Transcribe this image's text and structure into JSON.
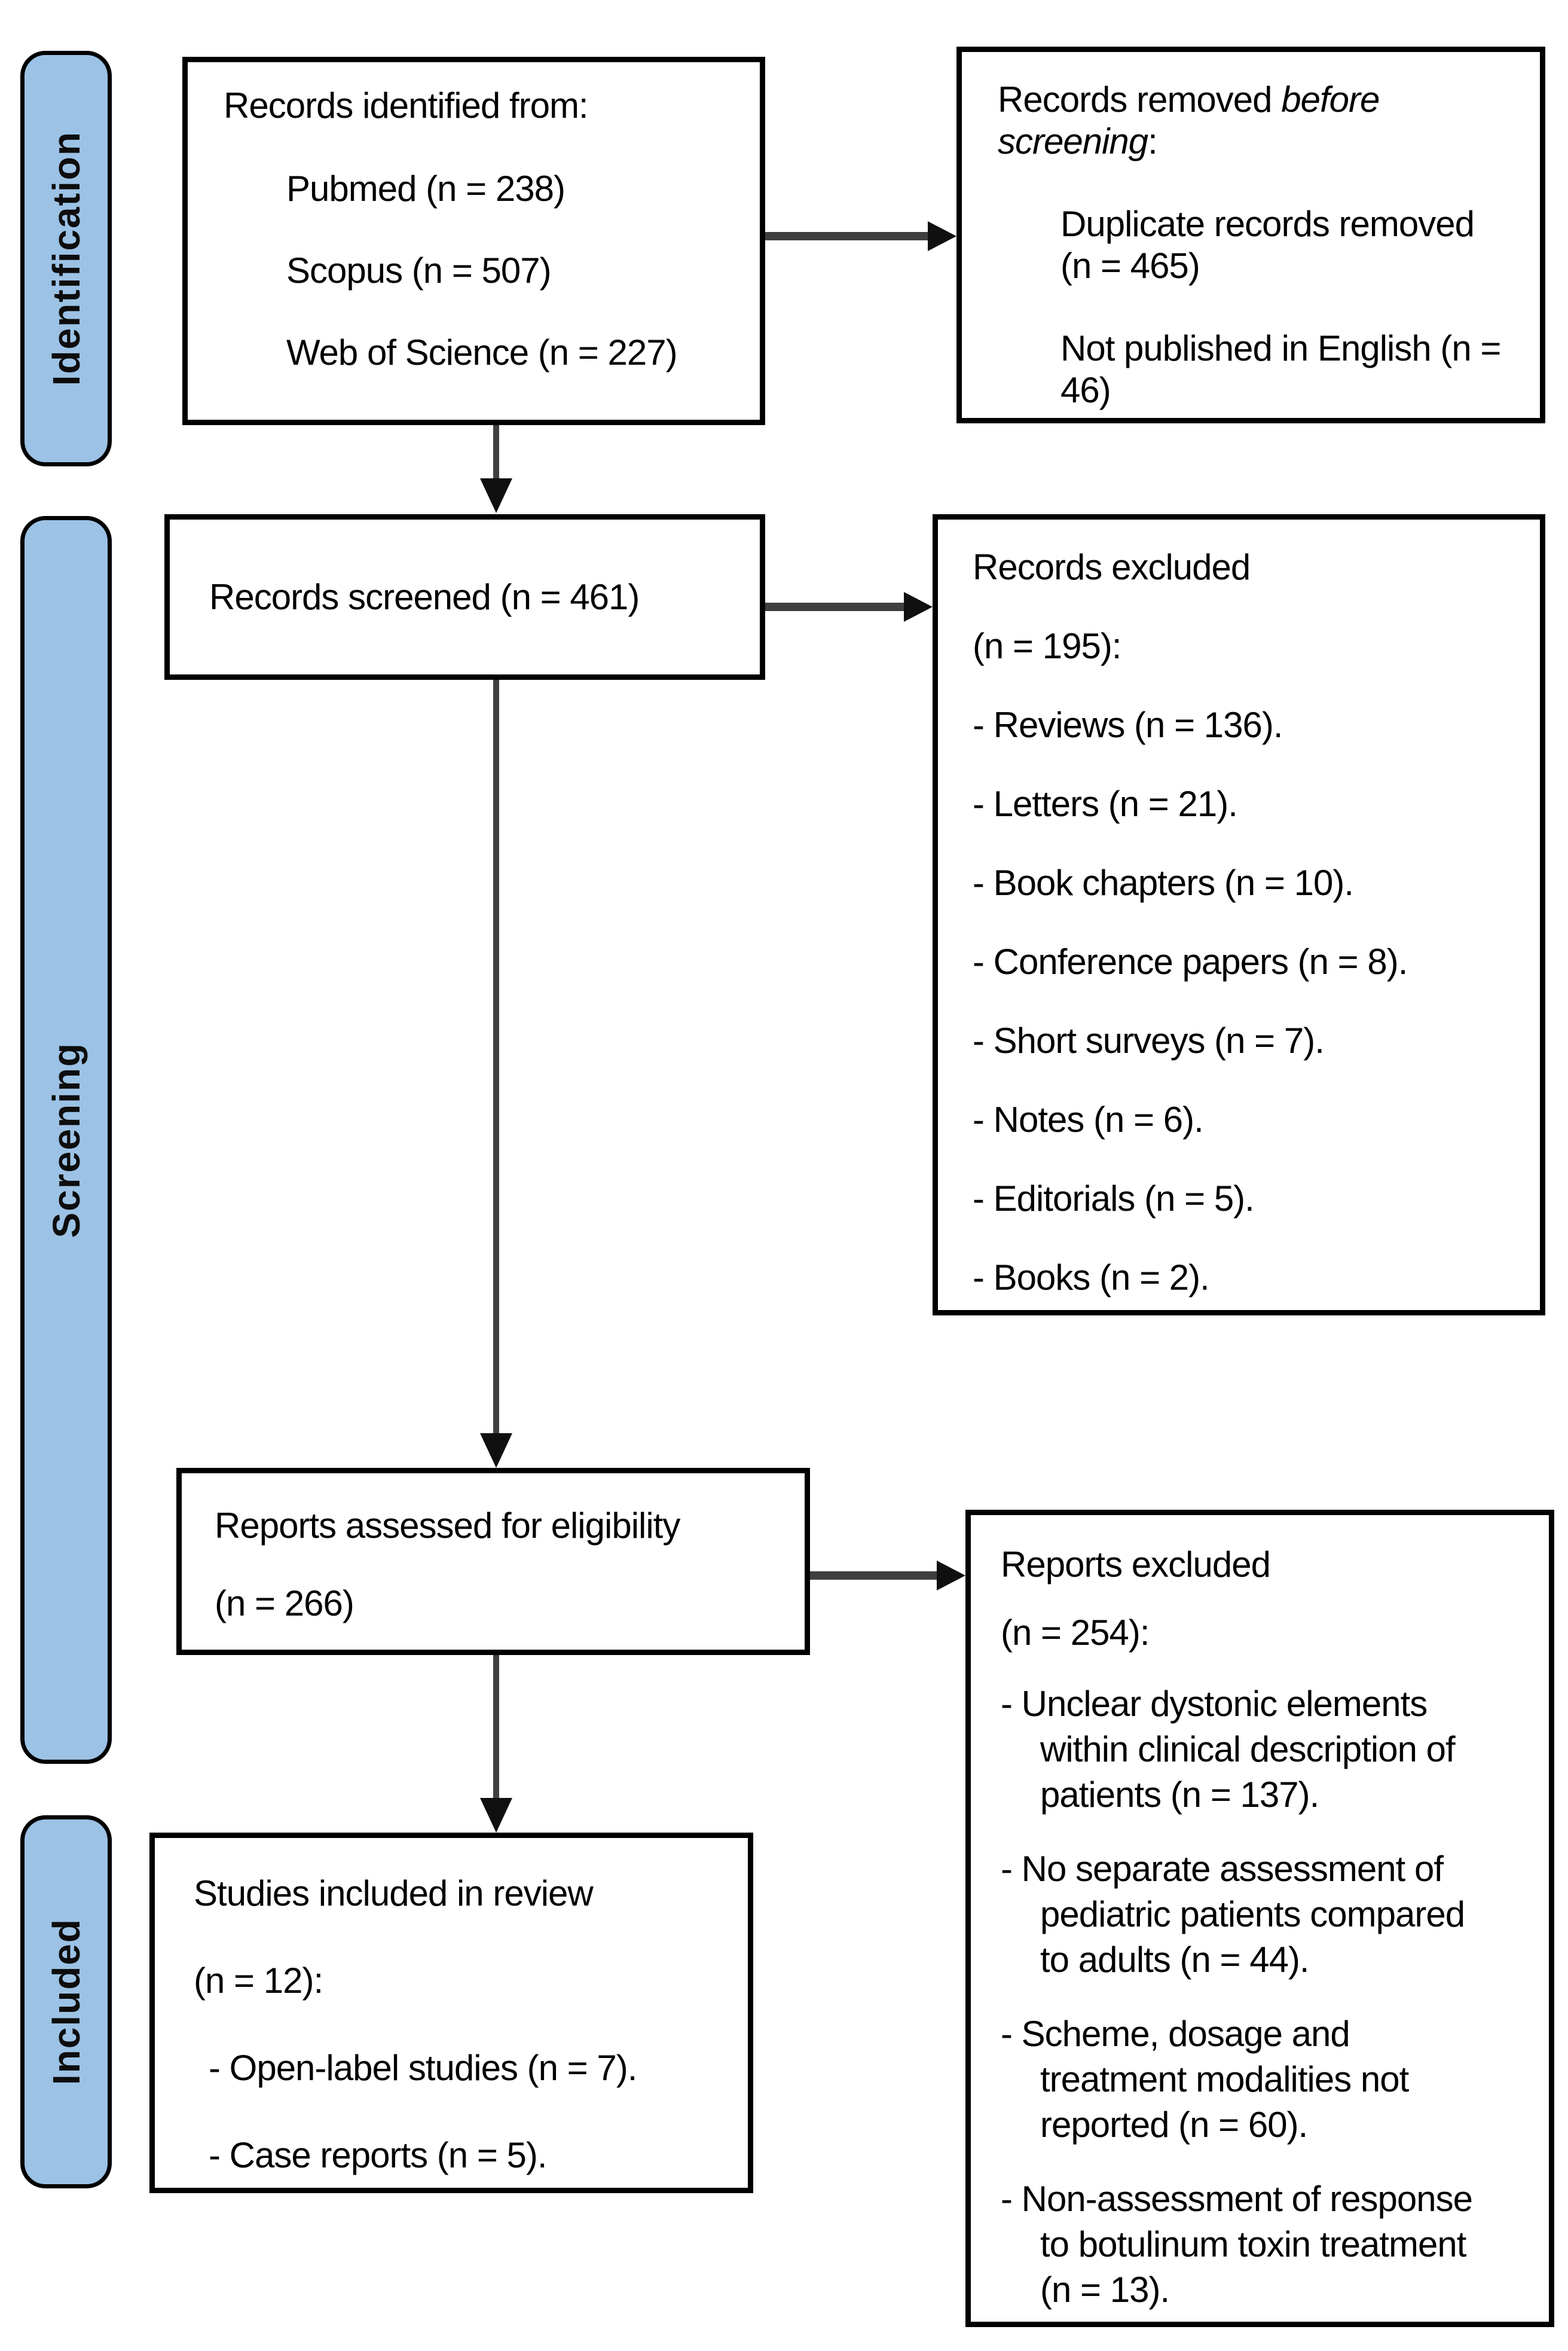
{
  "diagram": {
    "stages": {
      "identification": "Identification",
      "screening": "Screening",
      "included": "Included"
    },
    "colors": {
      "stage_fill": "#9CC2E5",
      "stage_border": "#000000",
      "box_border": "#000000",
      "arrow_shaft": "#3F3F3F",
      "arrow_head": "#101010",
      "text": "#000000"
    },
    "boxes": {
      "identified": {
        "title": "Records identified from:",
        "items": [
          "Pubmed (n = 238)",
          "Scopus (n = 507)",
          "Web of Science (n = 227)"
        ]
      },
      "removed": {
        "title_pre": "Records removed ",
        "title_italic": "before screening",
        "title_post": ":",
        "items": [
          [
            "Duplicate records removed",
            "(n = 465)"
          ],
          [
            "Not published in English (n =",
            "46)"
          ]
        ]
      },
      "screened": {
        "title": "Records screened (n = 461)"
      },
      "records_excluded": {
        "title": "Records excluded",
        "count": "(n = 195):",
        "items": [
          "- Reviews (n = 136).",
          "- Letters (n = 21).",
          "- Book chapters (n = 10).",
          "- Conference papers (n = 8).",
          "- Short surveys (n = 7).",
          "- Notes (n = 6).",
          "- Editorials (n = 5).",
          "- Books (n = 2)."
        ]
      },
      "assessed": {
        "title": "Reports assessed for eligibility",
        "count": "(n = 266)"
      },
      "reports_excluded": {
        "title": "Reports excluded",
        "count": "(n = 254):",
        "items": [
          [
            "- Unclear dystonic elements",
            "within clinical description of",
            "patients (n = 137)."
          ],
          [
            "- No separate assessment of",
            "pediatric patients compared",
            "to adults (n = 44)."
          ],
          [
            "- Scheme, dosage and",
            "treatment modalities not",
            "reported (n = 60)."
          ],
          [
            "- Non-assessment of response",
            "to botulinum toxin treatment",
            "(n = 13)."
          ]
        ]
      },
      "included_studies": {
        "title": "Studies included in review",
        "count": "(n = 12):",
        "items": [
          "- Open-label studies (n = 7).",
          "- Case reports (n = 5)."
        ]
      }
    }
  }
}
